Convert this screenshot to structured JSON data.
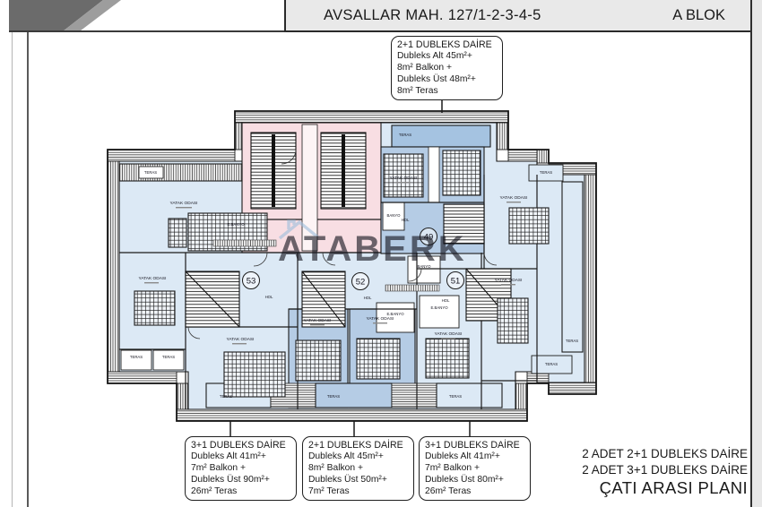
{
  "header": {
    "title": "AVSALLAR MAH. 127/1-2-3-4-5",
    "block": "A BLOK"
  },
  "callouts": {
    "top": {
      "title": "2+1 DUBLEKS DAİRE",
      "lines": [
        "Dubleks Alt 45m²+",
        "8m² Balkon +",
        "Dubleks Üst 48m²+",
        "8m² Teras"
      ]
    },
    "bottom": [
      {
        "title": "3+1 DUBLEKS DAİRE",
        "lines": [
          "Dubleks Alt 41m²+",
          "7m² Balkon +",
          "Dubleks Üst 90m²+",
          "26m² Teras"
        ]
      },
      {
        "title": "2+1 DUBLEKS DAİRE",
        "lines": [
          "Dubleks Alt 45m²+",
          "8m² Balkon +",
          "Dubleks Üst 50m²+",
          "7m² Teras"
        ]
      },
      {
        "title": "3+1 DUBLEKS DAİRE",
        "lines": [
          "Dubleks Alt 41m²+",
          "7m² Balkon +",
          "Dubleks Üst 80m²+",
          "26m² Teras"
        ]
      }
    ]
  },
  "summary": {
    "line1": "2 ADET 2+1 DUBLEKS DAİRE",
    "line2": "2 ADET 3+1 DUBLEKS DAİRE",
    "line3": "ÇATI ARASI PLANI"
  },
  "plan": {
    "watermark": "ATABERK",
    "units": {
      "u49": "49",
      "u51": "51",
      "u52": "52",
      "u53": "53"
    },
    "room_labels": {
      "bedroom": "YATAK ODASI",
      "hall": "HOL",
      "bath": "BANYO",
      "ensuite": "E.BANYO",
      "terrace": "TERAS"
    },
    "colors": {
      "light_blue": "#dce9f5",
      "medium_blue": "#b5cce5",
      "dark_blue": "#a5c3e1",
      "pink": "#f8dee3",
      "watermark_blue": "#9fbedc"
    }
  }
}
